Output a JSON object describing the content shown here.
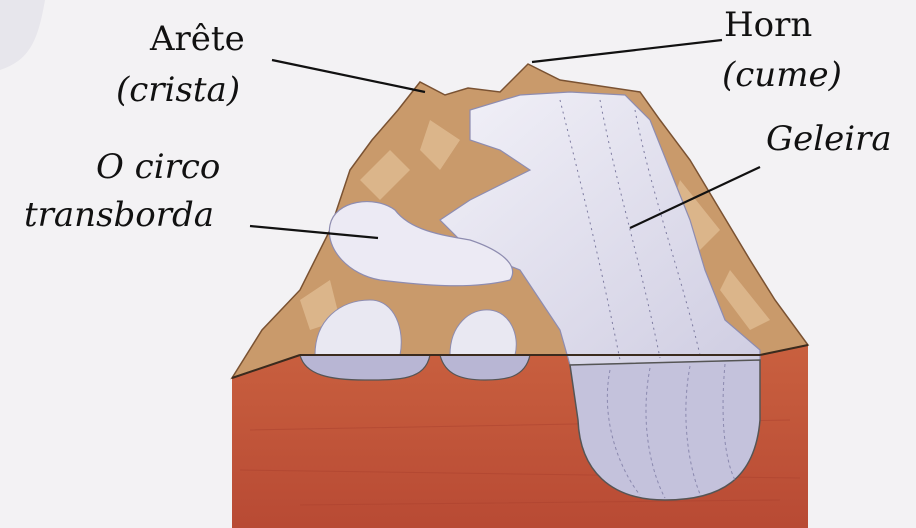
{
  "labels": {
    "arete": "Arête",
    "arete_pt": "(crista)",
    "horn": "Horn",
    "horn_pt": "(cume)",
    "circo_1": "O circo",
    "circo_2": "transborda",
    "geleira": "Geleira"
  },
  "colors": {
    "background": "#f3f2f4",
    "rock_face": "#c1553c",
    "rock_face_dark": "#9e3d2b",
    "mountain_tan": "#c99a6b",
    "mountain_light": "#ddb88e",
    "ice": "#e9e8f2",
    "ice_shadow": "#b8b6d4"
  }
}
